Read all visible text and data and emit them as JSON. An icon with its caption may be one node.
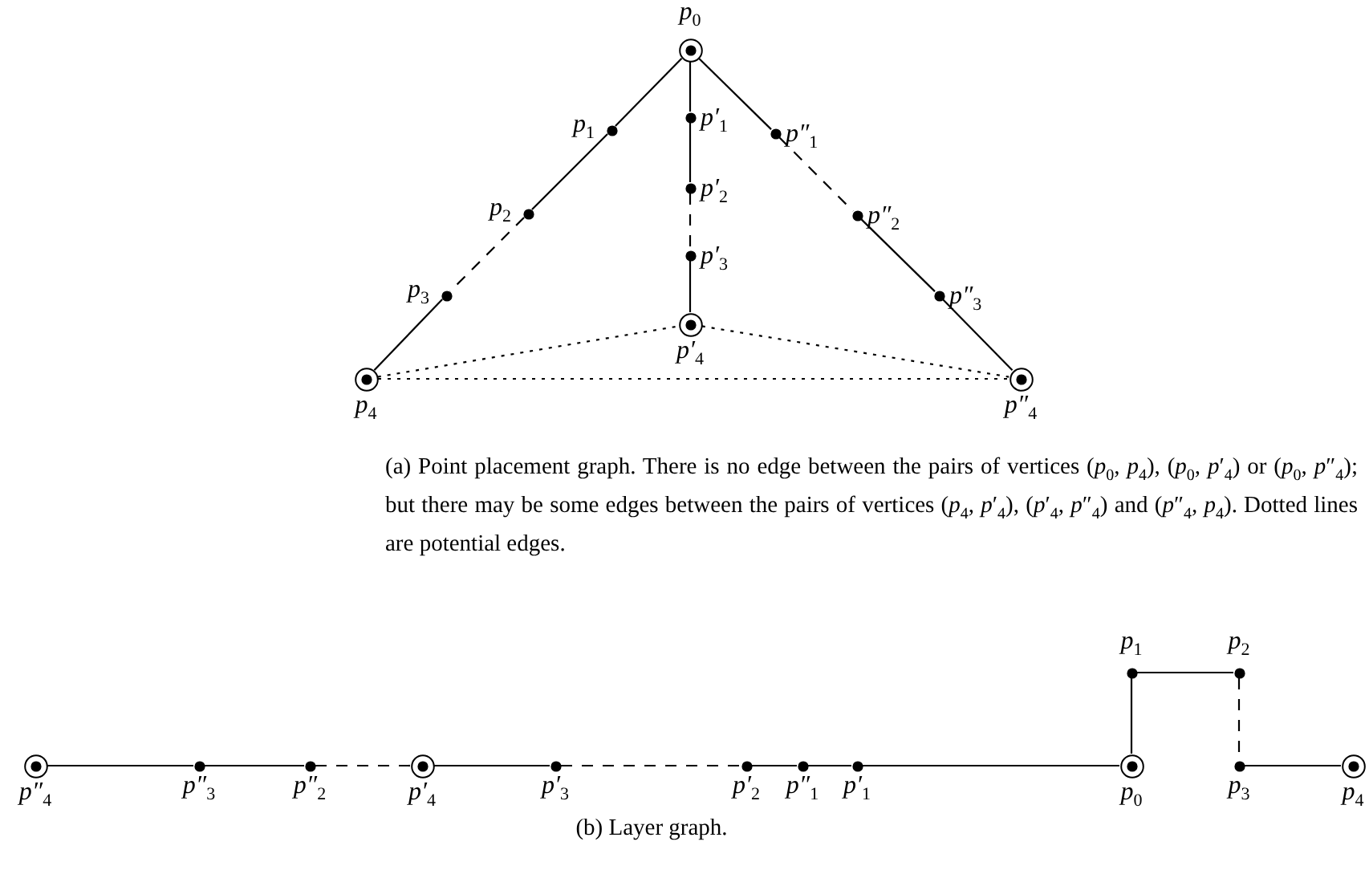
{
  "diagram": {
    "nodes": [
      {
        "text": [
          "p$_{0}$"
        ]
      },
      {
        "text": [
          "p$_{1}$"
        ]
      },
      {
        "text": [
          "p$_{2}$"
        ]
      },
      {
        "text": [
          "p$_{3}$"
        ]
      },
      {
        "text": [
          "p$_{4}$"
        ]
      },
      {
        "text": [
          "p′$_{1}$"
        ]
      },
      {
        "text": [
          "p′$_{2}$"
        ]
      },
      {
        "text": [
          "p′$_{3}$"
        ]
      },
      {
        "text": [
          "p′$_{4}$"
        ]
      },
      {
        "text": [
          "p″$_{1}$"
        ]
      },
      {
        "text": [
          "p″$_{2}$"
        ]
      },
      {
        "text": [
          "p″$_{3}$"
        ]
      },
      {
        "text": [
          "p″$_{4}$"
        ]
      },
      {
        "text": [
          "p″$_{4}$"
        ]
      },
      {
        "text": [
          "p″$_{3}$"
        ]
      },
      {
        "text": [
          "p″$_{2}$"
        ]
      },
      {
        "text": [
          "p′$_{4}$"
        ]
      },
      {
        "text": [
          "p′$_{3}$"
        ]
      },
      {
        "text": [
          "p′$_{2}$"
        ]
      },
      {
        "text": [
          "p″$_{1}$"
        ]
      },
      {
        "text": [
          "p′$_{1}$"
        ]
      },
      {
        "text": [
          "p$_{0}$"
        ]
      },
      {
        "text": [
          "p$_{1}$"
        ]
      },
      {
        "text": [
          "p$_{2}$"
        ]
      },
      {
        "text": [
          "p$_{3}$"
        ]
      },
      {
        "text": [
          "p$_{4}$"
        ]
      }
    ],
    "edges": [
      {
        "from": 0,
        "to": 1,
        "arrow": "none"
      },
      {
        "from": 1,
        "to": 2,
        "arrow": "none"
      },
      {
        "from": 2,
        "to": 3,
        "arrow": "none",
        "style": "dashed"
      },
      {
        "from": 3,
        "to": 4,
        "arrow": "none"
      },
      {
        "from": 0,
        "to": 5,
        "arrow": "none"
      },
      {
        "from": 5,
        "to": 6,
        "arrow": "none"
      },
      {
        "from": 6,
        "to": 7,
        "arrow": "none",
        "style": "dashed"
      },
      {
        "from": 7,
        "to": 8,
        "arrow": "none"
      },
      {
        "from": 0,
        "to": 9,
        "arrow": "none"
      },
      {
        "from": 9,
        "to": 10,
        "arrow": "none",
        "style": "dashed"
      },
      {
        "from": 10,
        "to": 11,
        "arrow": "none"
      },
      {
        "from": 11,
        "to": 12,
        "arrow": "none"
      },
      {
        "from": 4,
        "to": 8,
        "arrow": "none",
        "style": "dashed"
      },
      {
        "from": 8,
        "to": 12,
        "arrow": "none",
        "style": "dashed"
      },
      {
        "from": 4,
        "to": 12,
        "arrow": "none",
        "style": "dashed"
      },
      {
        "from": 13,
        "to": 14,
        "arrow": "none"
      },
      {
        "from": 14,
        "to": 15,
        "arrow": "none"
      },
      {
        "from": 15,
        "to": 16,
        "arrow": "none",
        "style": "dashed"
      },
      {
        "from": 16,
        "to": 17,
        "arrow": "none"
      },
      {
        "from": 17,
        "to": 18,
        "arrow": "none",
        "style": "dashed"
      },
      {
        "from": 18,
        "to": 19,
        "arrow": "none"
      },
      {
        "from": 19,
        "to": 20,
        "arrow": "none"
      },
      {
        "from": 20,
        "to": 21,
        "arrow": "none"
      },
      {
        "from": 21,
        "to": 22,
        "arrow": "none"
      },
      {
        "from": 22,
        "to": 23,
        "arrow": "none"
      },
      {
        "from": 23,
        "to": 24,
        "arrow": "none",
        "style": "dashed"
      },
      {
        "from": 24,
        "to": 25,
        "arrow": "none"
      }
    ],
    "labels": [
      "(a) Point placement graph. There is no edge between the pairs of vertices (*p*$_{0}$, *p*$_{4}$), (*p*$_{0}$, *p*′$_{4}$) or (*p*$_{0}$, *p*″$_{4}$); but there may be some edges between the pairs of vertices (*p*$_{4}$, *p*′$_{4}$), (*p*′$_{4}$, *p*″$_{4}$) and (*p*″$_{4}$, *p*$_{4}$). Dotted lines are potential edges.",
      "(b) Layer graph."
    ]
  }
}
